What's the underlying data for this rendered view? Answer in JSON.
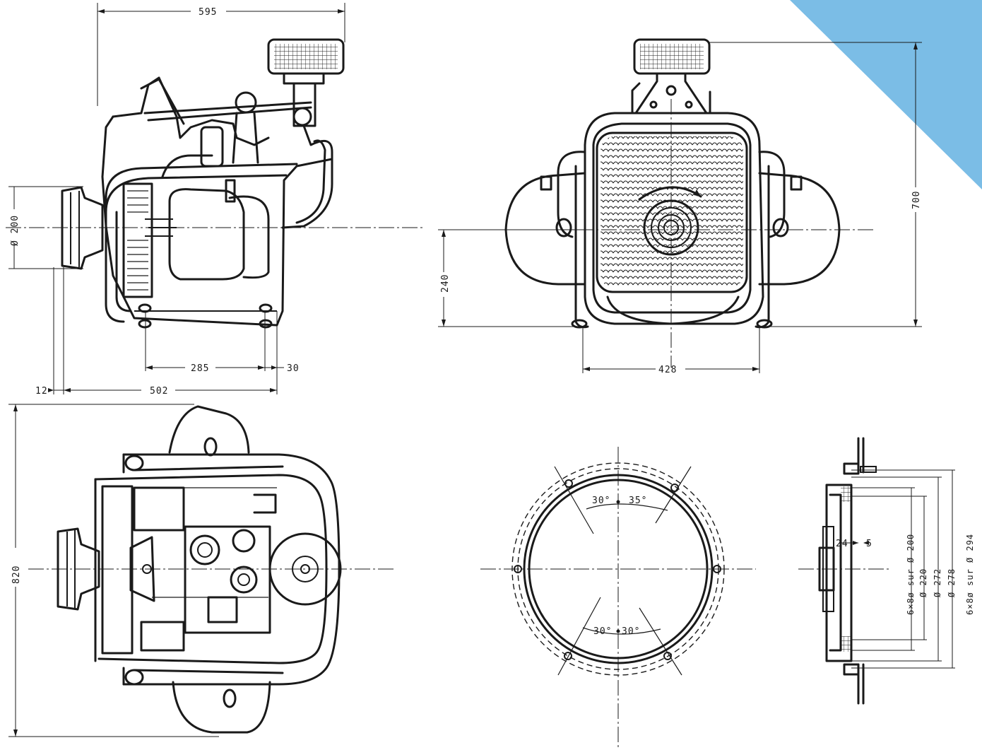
{
  "corner_color": "#7bbde6",
  "ink_color": "#1a1a1a",
  "dimensions": {
    "side_overall_length": "595",
    "side_bore": "Ø 200",
    "side_base_span": "285",
    "side_offset_30": "30",
    "side_offset_12": "12",
    "side_length_502": "502",
    "front_center_height": "240",
    "front_overall_height": "700",
    "front_base_width": "428",
    "plan_width": "820",
    "flange_angle_top_left": "30°",
    "flange_angle_top_right": "35°",
    "flange_angle_bottom_left": "30°",
    "flange_angle_bottom_right": "30°",
    "section_24": "24",
    "section_5": "5",
    "section_d200": "6×8ø sur Ø 200",
    "section_d220": "Ø 220",
    "section_d272": "Ø 272",
    "section_d278": "Ø 278",
    "section_d294": "6×8ø sur Ø 294"
  }
}
